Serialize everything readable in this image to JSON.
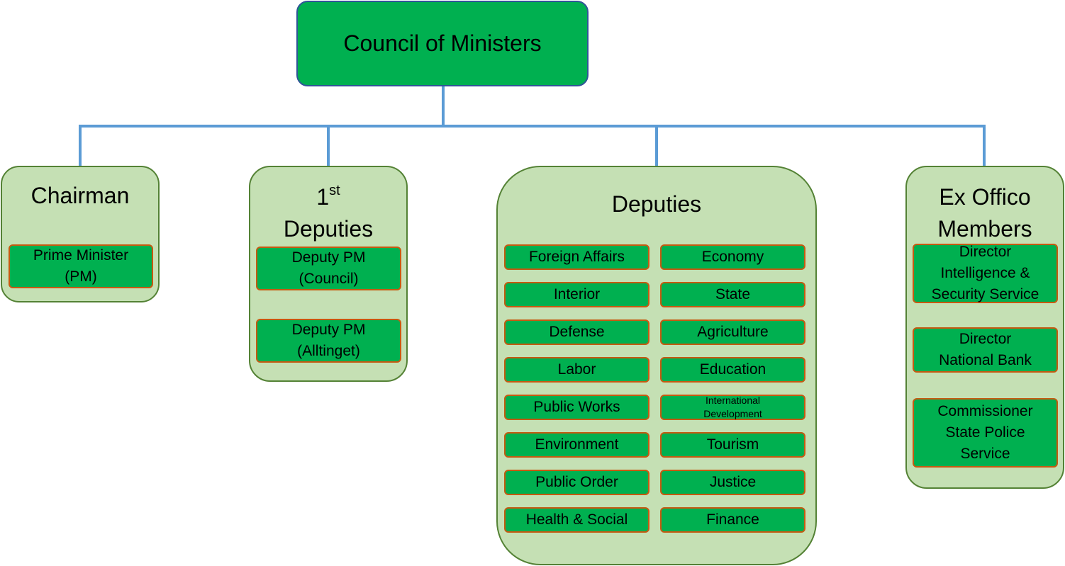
{
  "root": {
    "label": "Council of Ministers"
  },
  "chairman": {
    "title": "Chairman",
    "items": [
      "Prime Minister\n(PM)"
    ]
  },
  "first_deputies": {
    "title_num": "1",
    "title_sup": "st",
    "title_word": "Deputies",
    "items": [
      "Deputy PM\n(Council)",
      "Deputy PM\n(Alltinget)"
    ]
  },
  "deputies": {
    "title": "Deputies",
    "left": [
      "Foreign Affairs",
      "Interior",
      "Defense",
      "Labor",
      "Public Works",
      "Environment",
      "Public Order",
      "Health & Social"
    ],
    "right": [
      "Economy",
      "State",
      "Agriculture",
      "Education",
      "International\nDevelopment",
      "Tourism",
      "Justice",
      "Finance"
    ]
  },
  "ex_officio": {
    "title": "Ex Offico\nMembers",
    "items": [
      "Director\nIntelligence &\nSecurity Service",
      "Director\nNational Bank",
      "Commissioner\nState Police\nService"
    ]
  },
  "colors": {
    "box_fill": "#00b050",
    "group_fill": "#c5e0b4",
    "connector": "#5b9bd5"
  }
}
